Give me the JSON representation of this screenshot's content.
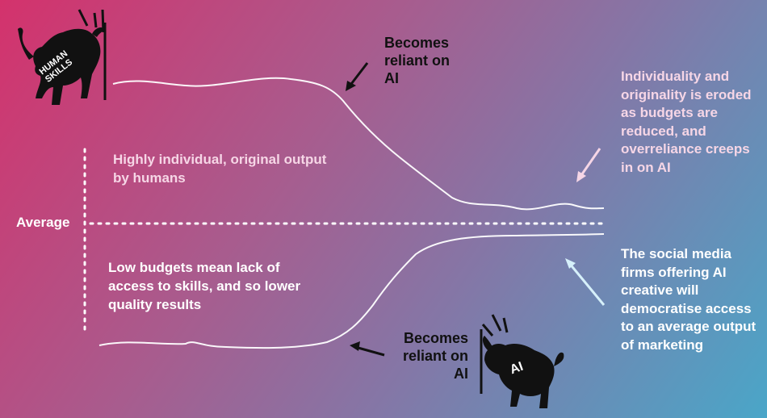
{
  "labels": {
    "average": "Average",
    "becomes_reliant_top": "Becomes reliant on AI",
    "becomes_reliant_bottom": "Becomes reliant on AI",
    "high_output": "Highly individual, original output by humans",
    "low_budgets": "Low budgets mean lack of access to skills, and so lower quality results",
    "individuality_eroded": "Individuality and originality is eroded as budgets are reduced, and overreliance creeps in on AI",
    "social_media": "The social media firms offering AI creative will democratise access to an average output of marketing",
    "bull_top_text": "HUMAN SKILLS",
    "bull_bottom_text": "AI"
  },
  "icons": {
    "bull_top": "charging-bull-icon",
    "bull_bottom": "charging-bull-icon"
  },
  "colors": {
    "gradient_start": "#d4326c",
    "gradient_end": "#4aa6c8",
    "line_white": "#ffffff",
    "note_pink": "#f6d6e6",
    "note_blue": "#d6f0fa"
  }
}
